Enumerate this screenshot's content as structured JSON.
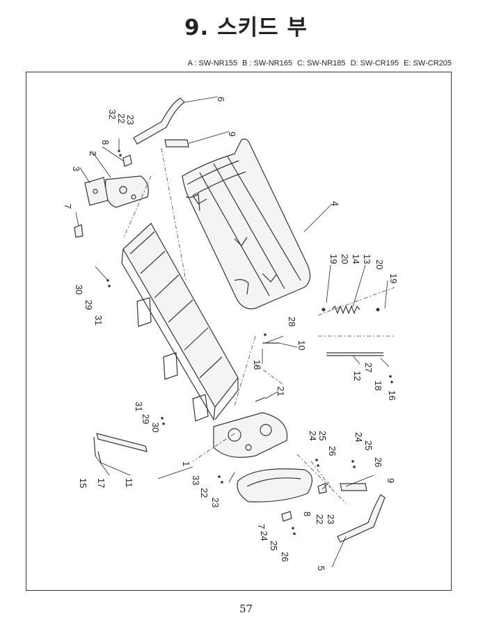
{
  "page": {
    "title": "9. 스키드 부",
    "page_number": "57"
  },
  "models": [
    "A : SW-NR155",
    "B : SW-NR165",
    "C: SW-NR185",
    "D: SW-CR195",
    "E: SW-CR205"
  ],
  "callouts": [
    {
      "id": "c-6",
      "label": "6"
    },
    {
      "id": "c-9a",
      "label": "9"
    },
    {
      "id": "c-32",
      "label": "32"
    },
    {
      "id": "c-22a",
      "label": "22"
    },
    {
      "id": "c-23a",
      "label": "23"
    },
    {
      "id": "c-8a",
      "label": "8"
    },
    {
      "id": "c-2",
      "label": "2"
    },
    {
      "id": "c-3",
      "label": "3"
    },
    {
      "id": "c-7a",
      "label": "7"
    },
    {
      "id": "c-4",
      "label": "4"
    },
    {
      "id": "c-30a",
      "label": "30"
    },
    {
      "id": "c-29a",
      "label": "29"
    },
    {
      "id": "c-31a",
      "label": "31"
    },
    {
      "id": "c-19a",
      "label": "19"
    },
    {
      "id": "c-20a",
      "label": "20"
    },
    {
      "id": "c-14",
      "label": "14"
    },
    {
      "id": "c-13",
      "label": "13"
    },
    {
      "id": "c-20b",
      "label": "20"
    },
    {
      "id": "c-19b",
      "label": "19"
    },
    {
      "id": "c-28",
      "label": "28"
    },
    {
      "id": "c-10",
      "label": "10"
    },
    {
      "id": "c-18a",
      "label": "18"
    },
    {
      "id": "c-12",
      "label": "12"
    },
    {
      "id": "c-27",
      "label": "27"
    },
    {
      "id": "c-18b",
      "label": "18"
    },
    {
      "id": "c-16",
      "label": "16"
    },
    {
      "id": "c-21",
      "label": "21"
    },
    {
      "id": "c-31b",
      "label": "31"
    },
    {
      "id": "c-29b",
      "label": "29"
    },
    {
      "id": "c-30b",
      "label": "30"
    },
    {
      "id": "c-1",
      "label": "1"
    },
    {
      "id": "c-15",
      "label": "15"
    },
    {
      "id": "c-17",
      "label": "17"
    },
    {
      "id": "c-11",
      "label": "11"
    },
    {
      "id": "c-33",
      "label": "33"
    },
    {
      "id": "c-22b",
      "label": "22"
    },
    {
      "id": "c-23b",
      "label": "23"
    },
    {
      "id": "c-24a",
      "label": "24"
    },
    {
      "id": "c-25a",
      "label": "25"
    },
    {
      "id": "c-26a",
      "label": "26"
    },
    {
      "id": "c-24b",
      "label": "24"
    },
    {
      "id": "c-25b",
      "label": "25"
    },
    {
      "id": "c-26b",
      "label": "26"
    },
    {
      "id": "c-9b",
      "label": "9"
    },
    {
      "id": "c-8b",
      "label": "8"
    },
    {
      "id": "c-22c",
      "label": "22"
    },
    {
      "id": "c-23c",
      "label": "23"
    },
    {
      "id": "c-7b",
      "label": "7"
    },
    {
      "id": "c-24c",
      "label": "24"
    },
    {
      "id": "c-25c",
      "label": "25"
    },
    {
      "id": "c-26c",
      "label": "26"
    },
    {
      "id": "c-5",
      "label": "5"
    }
  ]
}
